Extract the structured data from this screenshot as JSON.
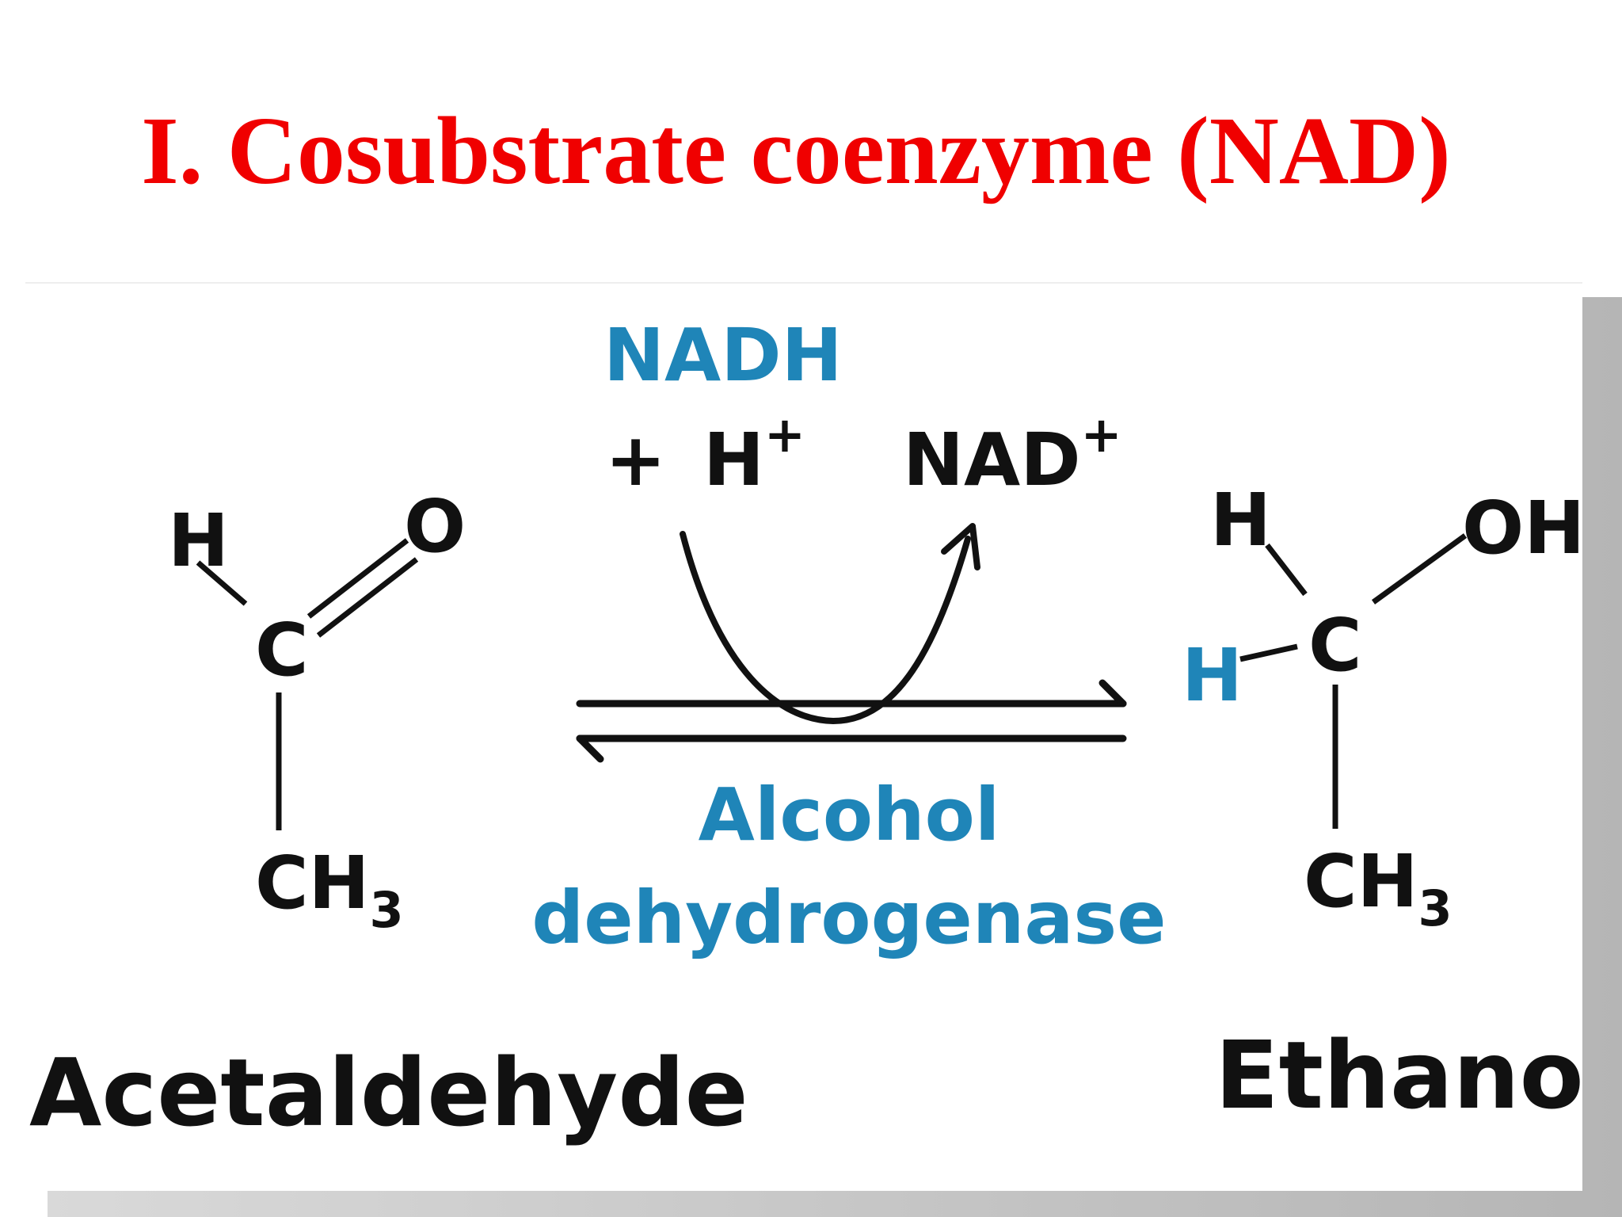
{
  "title": "I. Cosubstrate coenzyme (NAD)",
  "colors": {
    "title": "#f00000",
    "label_blue": "#1f85b8",
    "ink": "#111111"
  },
  "reaction": {
    "reactant": {
      "name": "Acetaldehyde",
      "atoms": {
        "h": "H",
        "o": "O",
        "c": "C",
        "ch": "CH",
        "sub": "3"
      }
    },
    "product": {
      "name": "Ethanol",
      "atoms": {
        "h_top": "H",
        "oh": "OH",
        "h_blue": "H",
        "c": "C",
        "ch": "CH",
        "sub": "3"
      }
    },
    "cofactor_in": {
      "name": "NADH",
      "plus": "+",
      "proton": "H",
      "proton_charge": "+"
    },
    "cofactor_out": {
      "name": "NAD",
      "charge": "+"
    },
    "enzyme": {
      "line1": "Alcohol",
      "line2": "dehydrogenase"
    }
  }
}
